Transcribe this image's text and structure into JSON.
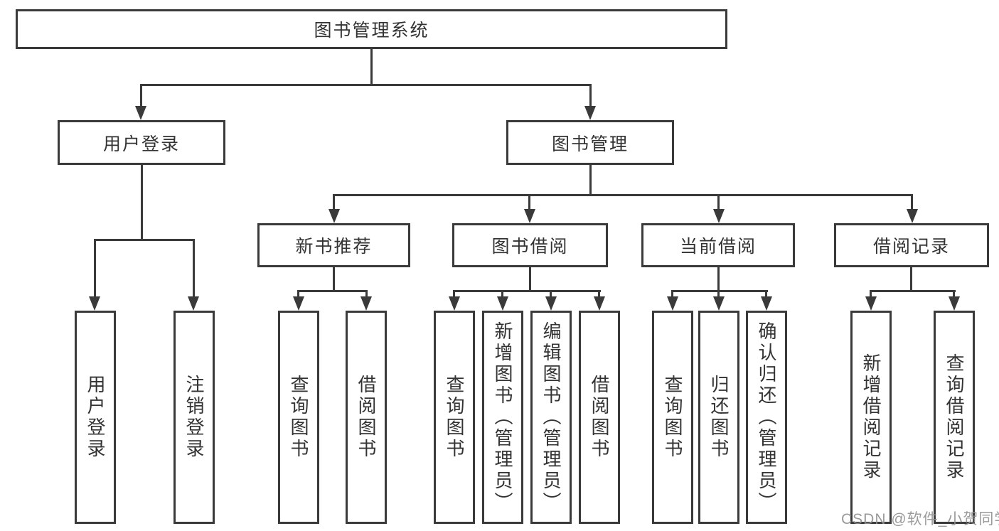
{
  "diagram": {
    "root": "图书管理系统",
    "level2": [
      "用户登录",
      "图书管理"
    ],
    "level3": [
      "新书推荐",
      "图书借阅",
      "当前借阅",
      "借阅记录"
    ],
    "leaves": {
      "user_login": [
        "用户登录",
        "注销登录"
      ],
      "new_book_recommend": [
        "查询图书",
        "借阅图书"
      ],
      "book_borrow": [
        "查询图书",
        "新增图书（管理员）",
        "编辑图书（管理员）",
        "借阅图书"
      ],
      "current_borrow": [
        "查询图书",
        "归还图书",
        "确认归还（管理员）"
      ],
      "borrow_record": [
        "新增借阅记录",
        "查询借阅记录"
      ]
    }
  },
  "watermark": "CSDN @软件_小贺同学",
  "colors": {
    "line": "#3a3a3a",
    "text": "#333333",
    "background": "#ffffff",
    "watermark": "#919191"
  }
}
